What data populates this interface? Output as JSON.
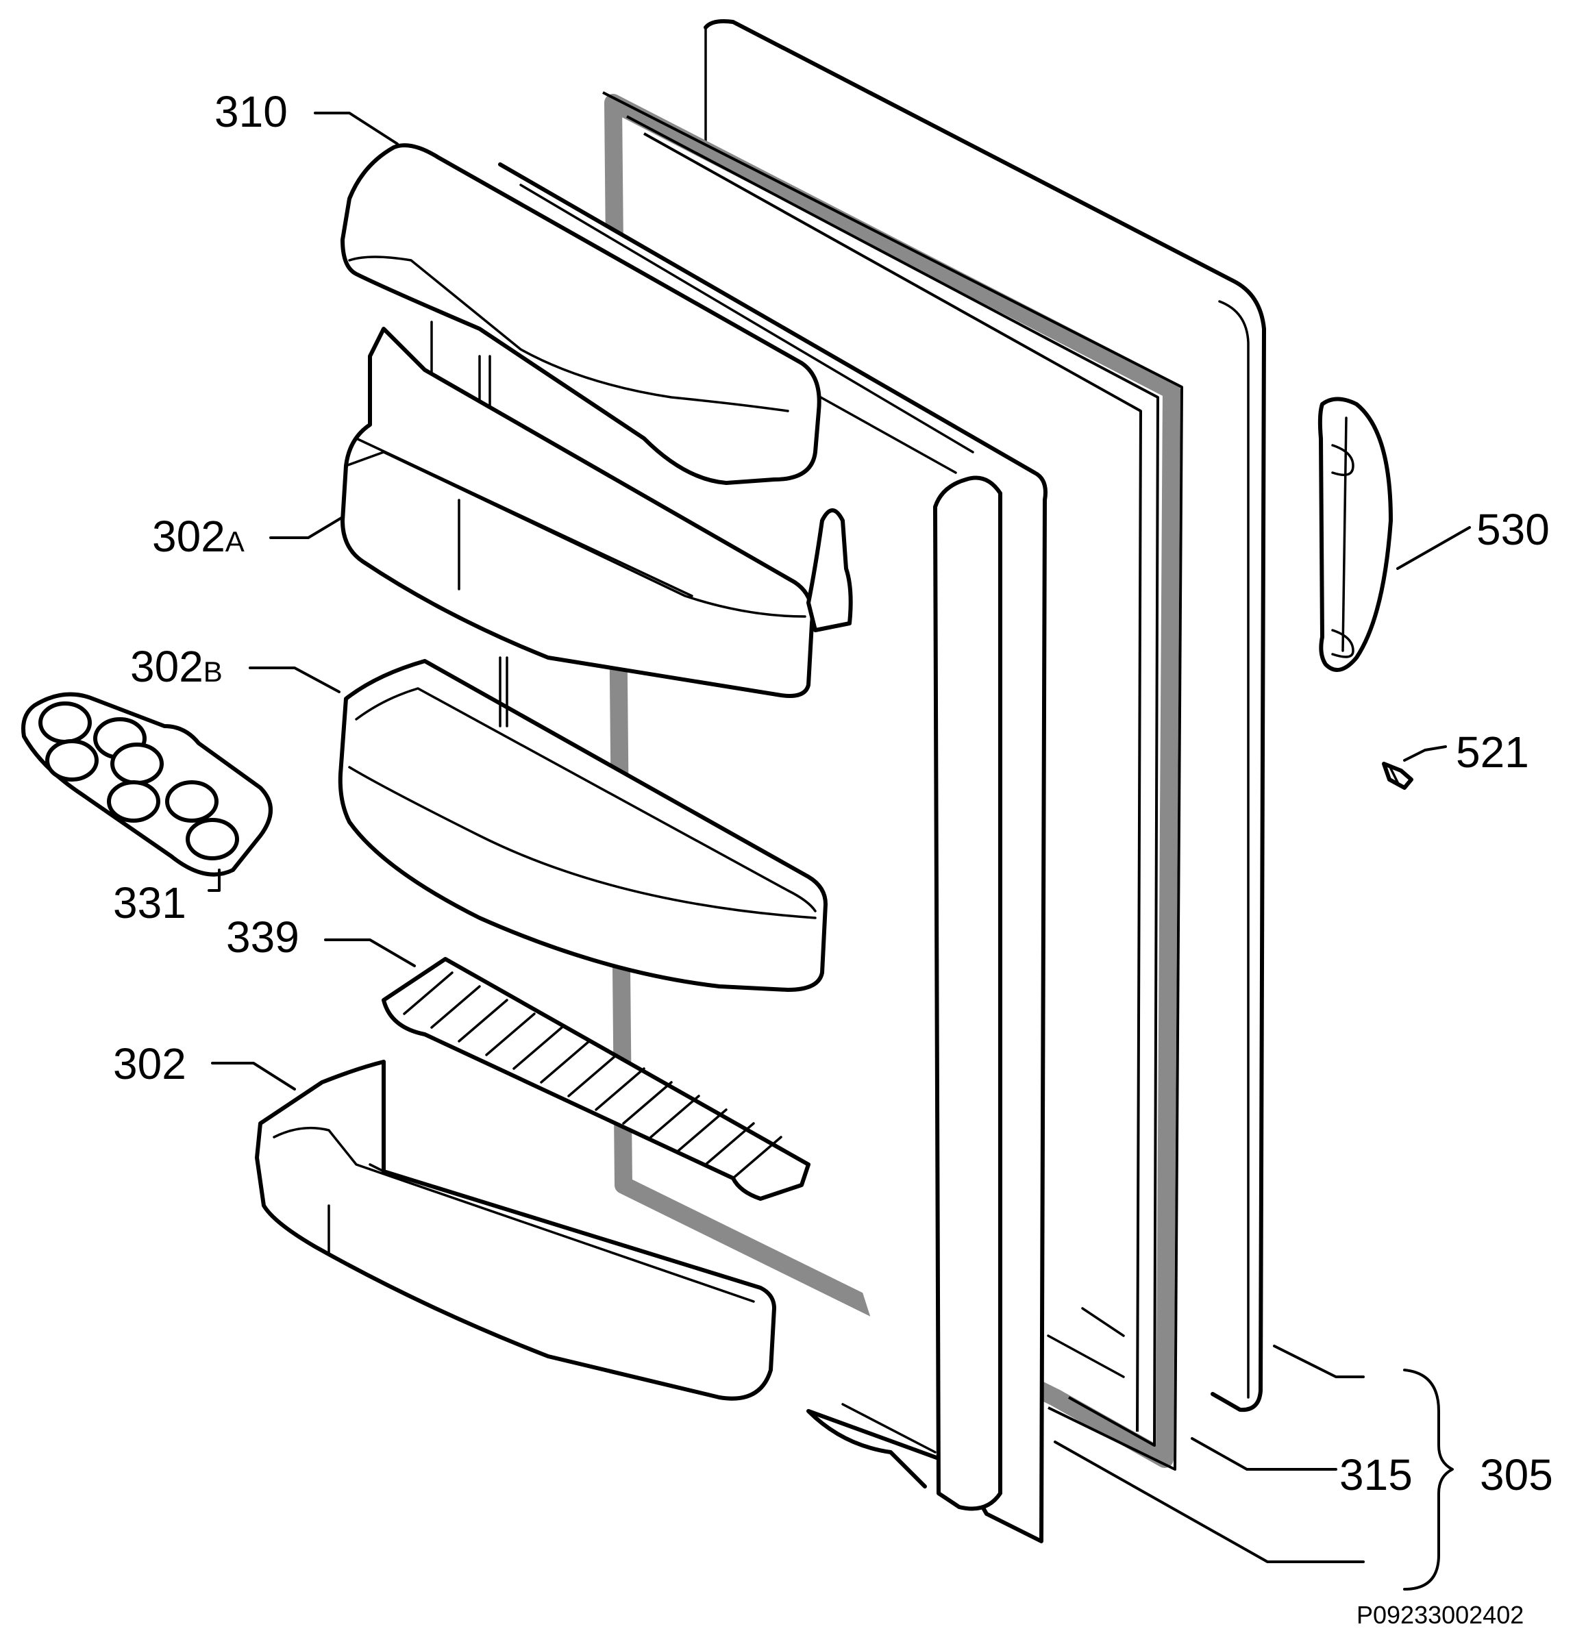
{
  "labels": {
    "p310": "310",
    "p302a_num": "302",
    "p302a_suffix": "A",
    "p302b_num": "302",
    "p302b_suffix": "B",
    "p331": "331",
    "p339": "339",
    "p302": "302",
    "p530": "530",
    "p521": "521",
    "p315": "315",
    "p305": "305"
  },
  "drawing_code": "P09233002402"
}
